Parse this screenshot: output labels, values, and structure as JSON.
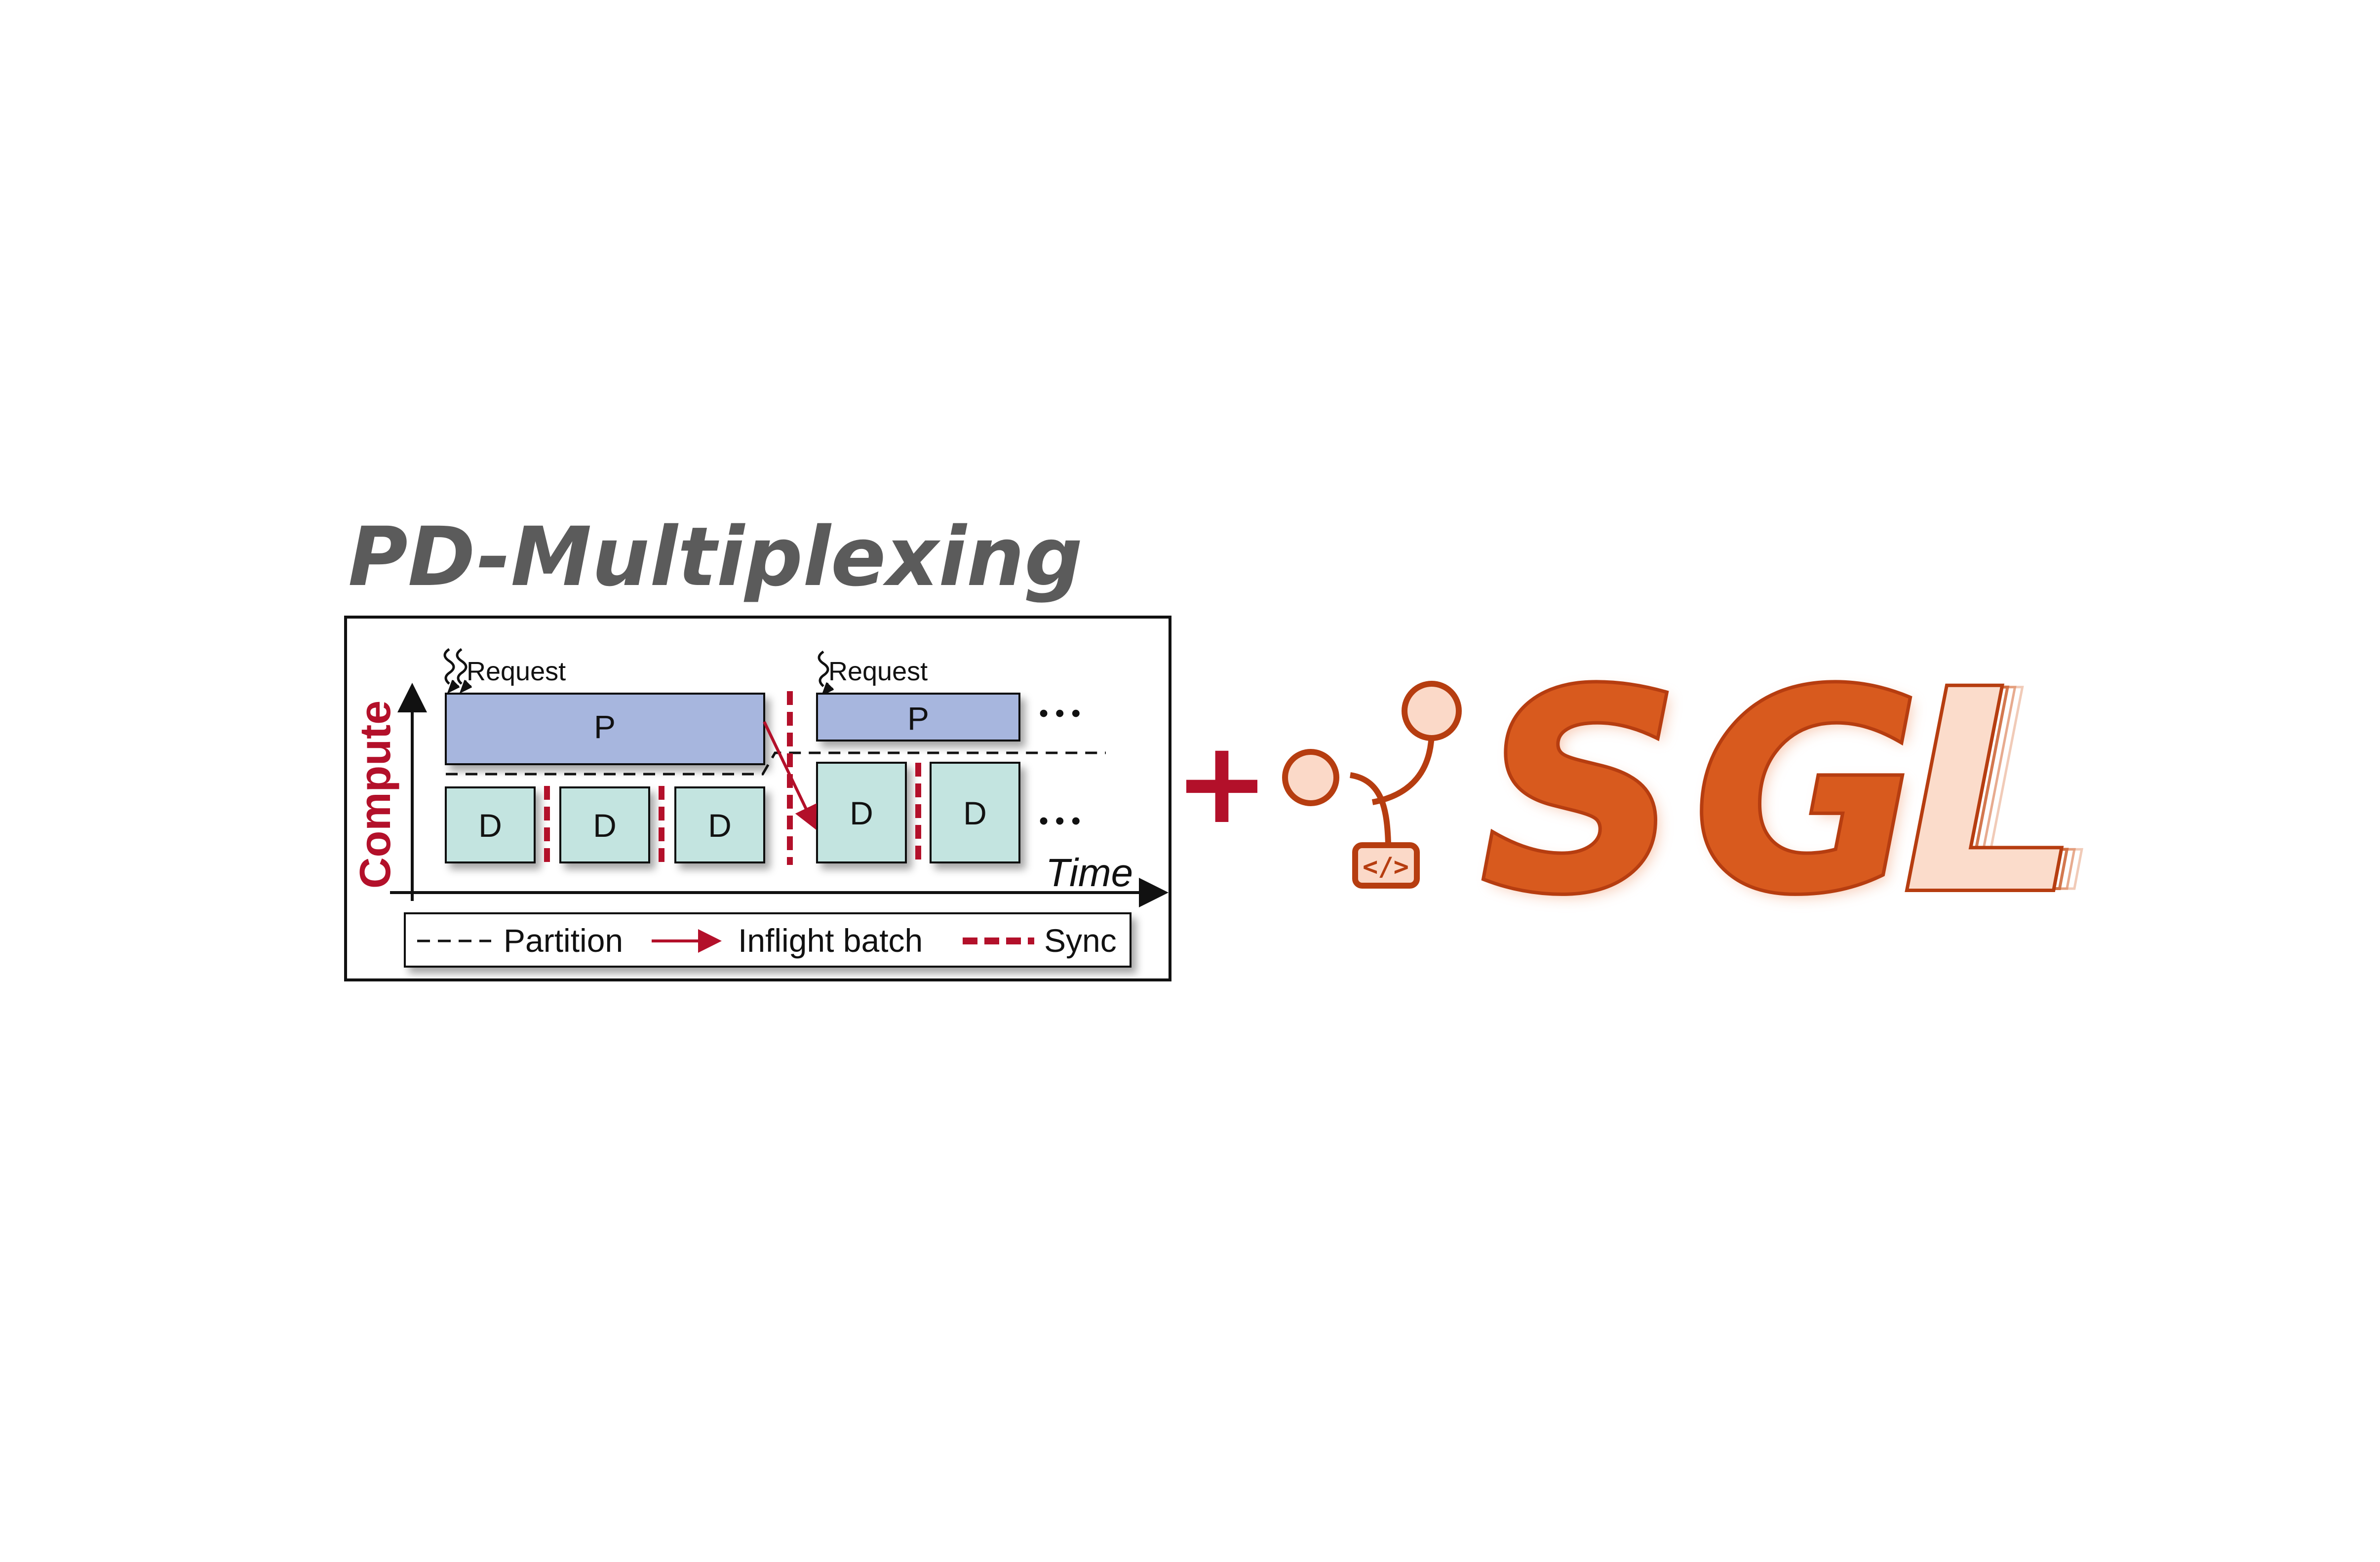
{
  "title": "PD-Multiplexing",
  "diagram": {
    "y_axis_label": "Compute",
    "x_axis_label": "Time",
    "request_label_1": "Request",
    "request_label_2": "Request",
    "prefill_label_1": "P",
    "prefill_label_2": "P",
    "decode_labels": [
      "D",
      "D",
      "D",
      "D",
      "D"
    ],
    "ellipsis": "• • •",
    "legend": {
      "partition": "Partition",
      "inflight": "Inflight batch",
      "sync": "Sync"
    },
    "colors": {
      "prefill_fill": "#a7b6de",
      "decode_fill": "#c3e4e0",
      "accent_red": "#b3102a",
      "frame": "#111111"
    }
  },
  "plus_sign": "+",
  "logo": {
    "letters": [
      "S",
      "G",
      "L"
    ],
    "icon": "code-branch-icon",
    "code_symbol": "</>",
    "colors": {
      "primary": "#d85a1e",
      "outline": "#b63d10",
      "light_fill": "#fbdccb",
      "node_fill": "#fbd9c8"
    }
  }
}
